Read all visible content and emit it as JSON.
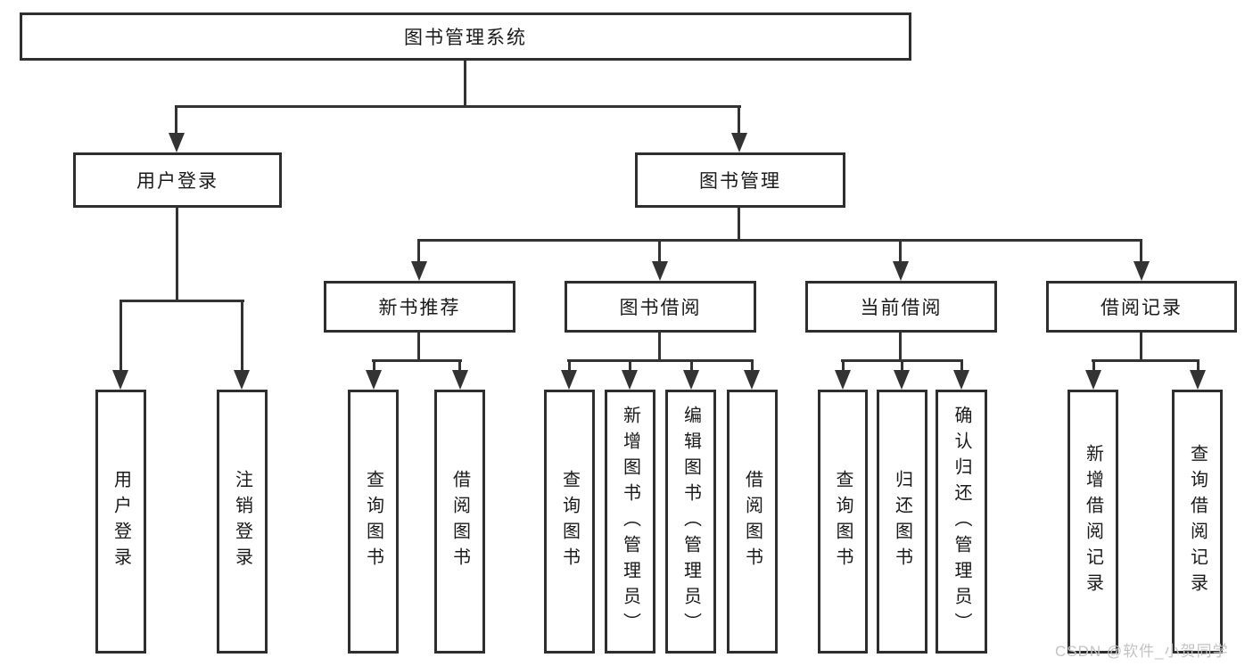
{
  "diagram": {
    "root": {
      "label": "图书管理系统"
    },
    "level2": {
      "user_login": {
        "label": "用户登录"
      },
      "book_management": {
        "label": "图书管理"
      }
    },
    "level3": {
      "new_book_recommend": {
        "label": "新书推荐"
      },
      "book_borrowing": {
        "label": "图书借阅"
      },
      "current_borrowing": {
        "label": "当前借阅"
      },
      "borrowing_records": {
        "label": "借阅记录"
      }
    },
    "leaves": {
      "user_login": [
        "用户登录",
        "注销登录"
      ],
      "new_book_recommend": [
        "查询图书",
        "借阅图书"
      ],
      "book_borrowing": [
        "查询图书",
        "新增图书（管理员）",
        "编辑图书（管理员）",
        "借阅图书"
      ],
      "current_borrowing": [
        "查询图书",
        "归还图书",
        "确认归还（管理员）"
      ],
      "borrowing_records": [
        "新增借阅记录",
        "查询借阅记录"
      ]
    }
  },
  "watermark": {
    "text": "CSDN @软件_小贺同学",
    "color": "#c3c3c3"
  },
  "colors": {
    "line": "#333333",
    "box_border": "#2e2e2e",
    "text": "#1a1a1a",
    "background": "#ffffff"
  }
}
